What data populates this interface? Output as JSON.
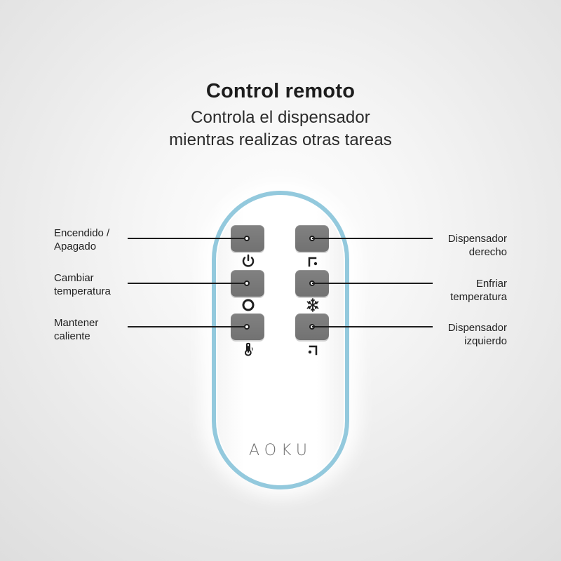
{
  "header": {
    "title": "Control remoto",
    "subtitle_line1": "Controla el dispensador",
    "subtitle_line2": "mientras realizas otras tareas"
  },
  "remote": {
    "brand": "AOKU",
    "accent_color": "#93c9dd",
    "button_color": "#777777"
  },
  "labels": {
    "power_line1": "Encendido /",
    "power_line2": "Apagado",
    "temp_change_line1": "Cambiar",
    "temp_change_line2": "temperatura",
    "keep_hot_line1": "Mantener",
    "keep_hot_line2": "caliente",
    "right_dispenser_line1": "Dispensador",
    "right_dispenser_line2": "derecho",
    "cool_line1": "Enfriar",
    "cool_line2": "temperatura",
    "left_dispenser_line1": "Dispensador",
    "left_dispenser_line2": "izquierdo"
  },
  "icons": {
    "power": "power-icon",
    "temperature": "circle-icon",
    "keep_hot": "thermometer-flame-icon",
    "right_dispenser": "faucet-right-icon",
    "cool": "snowflake-icon",
    "left_dispenser": "faucet-left-icon"
  }
}
